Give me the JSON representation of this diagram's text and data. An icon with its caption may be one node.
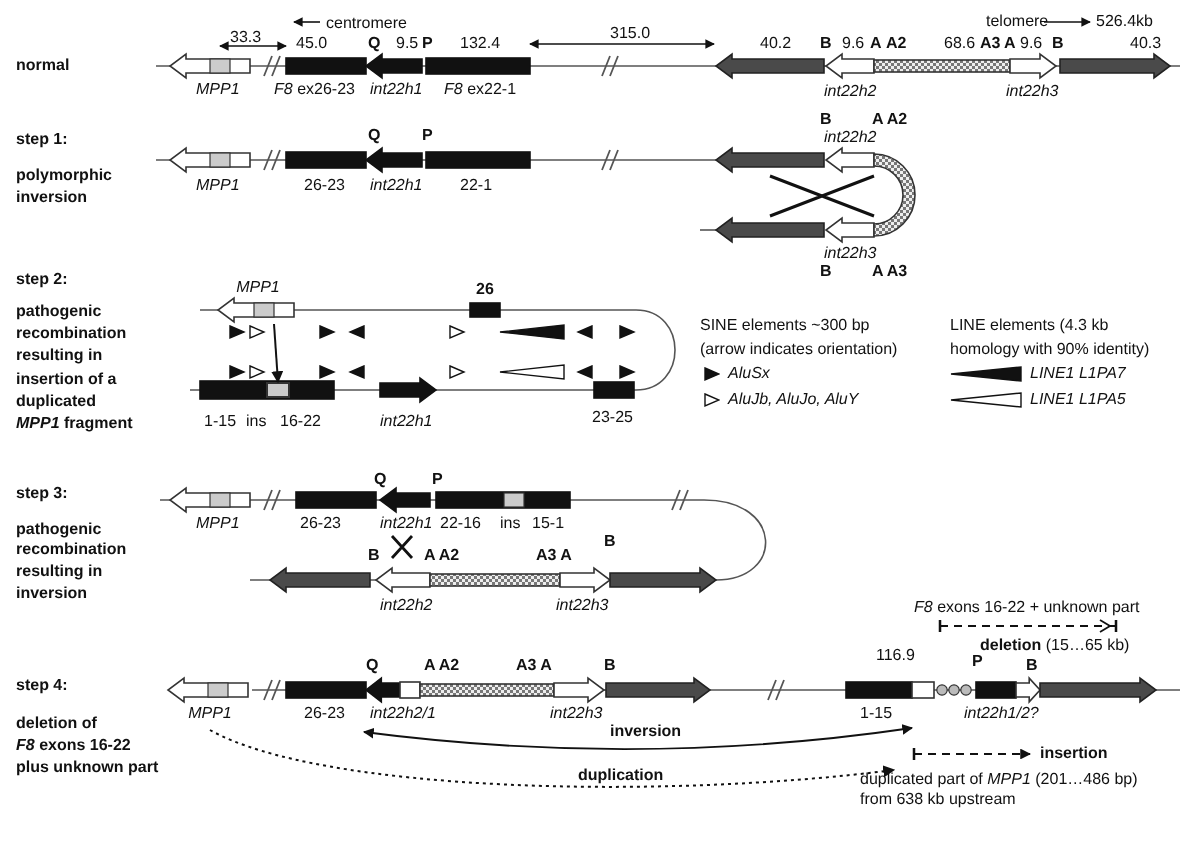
{
  "diagram": {
    "nodes": [
      {
        "text": [
          "MPP1"
        ]
      },
      {
        "text": [],
        "shape": "box"
      },
      {
        "text": [
          "MPP1"
        ]
      },
      {
        "text": [
          "duplicated part of *MPP1* (201…486 bp)",
          "from 638 kb upstream"
        ]
      }
    ],
    "edges": [
      {
        "from": 0,
        "to": 1,
        "arrow": "to"
      },
      {
        "from": 2,
        "to": 3,
        "arrow": "to",
        "style": "dashed",
        "label": "duplication"
      }
    ],
    "labels": [
      "normal",
      "33.3",
      "centromere",
      "45.0",
      "Q",
      "9.5",
      "P",
      "132.4",
      "315.0",
      "telomere",
      "526.4kb",
      "40.2",
      "B",
      "9.6",
      "A",
      "A2",
      "68.6",
      "A3",
      "A",
      "9.6",
      "B",
      "40.3",
      "MPP1",
      "*F8* ex26-23",
      "int22h1",
      "*F8* ex22-1",
      "int22h2",
      "int22h3",
      "step 1:",
      "polymorphic",
      "inversion",
      "Q",
      "P",
      "MPP1",
      "26-23",
      "int22h1",
      "22-1",
      "B",
      "A A2",
      "int22h2",
      "int22h3",
      "B",
      "A A3",
      "step 2:",
      "pathogenic",
      "recombination",
      "resulting in",
      "insertion of a",
      "duplicated",
      "*MPP1* fragment",
      "26",
      "1-15",
      "ins",
      "16-22",
      "int22h1",
      "23-25",
      "SINE elements ~300 bp",
      "(arrow indicates orientation)",
      "LINE elements (4.3 kb",
      "homology with 90% identity)",
      "step 3:",
      "pathogenic",
      "recombination",
      "resulting in",
      "inversion",
      "Q",
      "P",
      "MPP1",
      "26-23",
      "int22h1",
      "22-16",
      "ins",
      "15-1",
      "B",
      "A A2",
      "A3 A",
      "B",
      "int22h2",
      "int22h3",
      "step 4:",
      "deletion of",
      "*F8* exons 16-22",
      "plus unknown part",
      "*F8* exons 16-22 + unknown part",
      "**deletion** (15…65 kb)",
      "Q",
      "A A2",
      "A3 A",
      "B",
      "116.9",
      "P",
      "B",
      "26-23",
      "int22h2/1",
      "int22h3",
      "1-15",
      "int22h1/2?",
      "inversion",
      "insertion"
    ],
    "legend": [
      {
        "text": "AluSx"
      },
      {
        "text": "AluJb, AluJo, AluY"
      },
      {
        "text": "LINE1 L1PA7"
      },
      {
        "text": "LINE1 L1PA5"
      }
    ]
  }
}
